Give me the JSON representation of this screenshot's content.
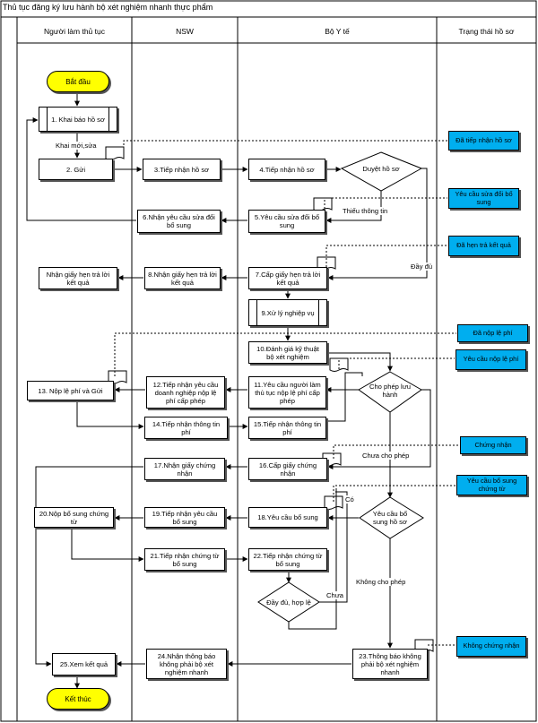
{
  "title": "Thủ tục đăng ký lưu hành bộ xét nghiệm nhanh thực phẩm",
  "lanes": {
    "applicant": "Người làm thủ tục",
    "nsw": "NSW",
    "moh": "Bộ Y tế",
    "status": "Trạng thái hồ sơ"
  },
  "start_label": "Bắt đầu",
  "end_label": "Kết thúc",
  "steps": {
    "s1": "1. Khai báo hồ sơ",
    "s2": "2. Gửi",
    "s3": "3.Tiếp nhận hồ sơ",
    "s4": "4.Tiếp nhận hồ sơ",
    "s5": "5.Yêu cầu sửa đổi bổ sung",
    "s6": "6.Nhận yêu cầu sửa đổi bổ sung",
    "s7": "7.Cấp giấy hẹn trả lời kết quả",
    "s8": "8.Nhận giấy hẹn trả lời kết quả",
    "s8b": "Nhận giấy hẹn trả lời kết quả",
    "s9": "9.Xử lý nghiệp vụ",
    "s10": "10.Đánh giá kỹ thuật bộ xét nghiệm",
    "s11": "11.Yêu cầu người làm thủ tục nộp lệ phí cấp phép",
    "s12": "12.Tiếp nhận yêu cầu doanh nghiệp nộp lệ phí cấp phép",
    "s13": "13. Nộp lệ phí và Gửi",
    "s14": "14.Tiếp nhận thông tin phí",
    "s15": "15.Tiếp nhận thông tin phí",
    "s16": "16.Cấp giấy chứng nhận",
    "s17": "17.Nhận giấy chứng nhận",
    "s18": "18.Yêu cầu bổ sung",
    "s19": "19.Tiếp nhận yêu cầu bổ sung",
    "s20": "20.Nộp bổ sung chứng từ",
    "s21": "21.Tiếp nhận chứng từ bổ sung",
    "s22": "22.Tiếp nhận chứng từ bổ sung",
    "s23": "23.Thông báo không phải bộ xét nghiệm nhanh",
    "s24": "24.Nhận thông báo không phải bộ xét nghiệm nhanh",
    "s25": "25.Xem kết quả"
  },
  "decisions": {
    "d1": "Duyệt hồ sơ",
    "d2": "Cho phép lưu hành",
    "d3": "Yêu cầu bổ sung hồ sơ",
    "d4": "Đầy đủ, hợp lệ"
  },
  "statuses": {
    "st1": "Đã tiếp nhận hồ sơ",
    "st2": "Yêu cầu sửa đổi bổ sung",
    "st3": "Đã hẹn trả kết quả",
    "st4": "Đã nộp lệ phí",
    "st5": "Yêu cầu nộp lệ phí",
    "st6": "Chứng nhận",
    "st7": "Yêu cầu bổ sung chứng từ",
    "st8": "Không chứng nhận"
  },
  "edge_labels": {
    "khai_moi": "Khai mới,sửa",
    "thieu": "Thiếu thông tin",
    "day_du": "Đầy đủ",
    "chua_cho_phep": "Chưa cho phép",
    "co": "Có",
    "khong_cho_phep": "Không cho phép",
    "chua": "Chưa"
  },
  "colors": {
    "terminal_fill": "#ffff00",
    "status_fill": "#00aeef",
    "line": "#000000"
  }
}
